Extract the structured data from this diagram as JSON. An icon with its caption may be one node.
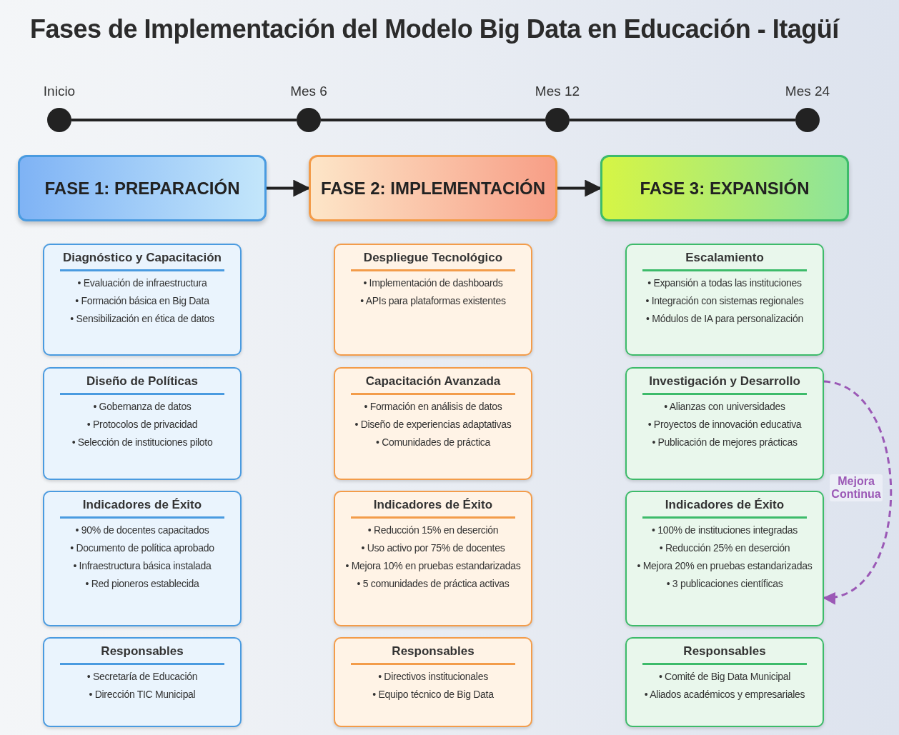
{
  "diagram": {
    "title": "Fases de Implementación del Modelo Big Data en Educación - Itagüí",
    "nodes": [
      {
        "text": [],
        "shape": "circle",
        "beside": [
          "Inicio"
        ]
      },
      {
        "text": [],
        "shape": "circle",
        "beside": [
          "Mes 6"
        ]
      },
      {
        "text": [],
        "shape": "circle",
        "beside": [
          "Mes 12"
        ]
      },
      {
        "text": [],
        "shape": "circle",
        "beside": [
          "Mes 24"
        ]
      },
      {
        "text": [
          "FASE 1: PREPARACIÓN"
        ]
      },
      {
        "text": [
          "FASE 2: IMPLEMENTACIÓN"
        ]
      },
      {
        "text": [
          "FASE 3: EXPANSIÓN"
        ]
      },
      {
        "text": [
          "Diagnóstico y Capacitación",
          "• Evaluación de infraestructura",
          "• Formación básica en Big Data",
          "• Sensibilización en ética de datos"
        ]
      },
      {
        "text": [
          "Despliegue Tecnológico",
          "• Implementación de dashboards",
          "• APIs para plataformas existentes"
        ]
      },
      {
        "text": [
          "Escalamiento",
          "• Expansión a todas las instituciones",
          "• Integración con sistemas regionales",
          "• Módulos de IA para personalización"
        ]
      },
      {
        "text": [
          "Diseño de Políticas",
          "• Gobernanza de datos",
          "• Protocolos de privacidad",
          "• Selección de instituciones piloto"
        ]
      },
      {
        "text": [
          "Capacitación Avanzada",
          "• Formación en análisis de datos",
          "• Diseño de experiencias adaptativas",
          "• Comunidades de práctica"
        ]
      },
      {
        "text": [
          "Investigación y Desarrollo",
          "• Alianzas con universidades",
          "• Proyectos de innovación educativa",
          "• Publicación de mejores prácticas"
        ]
      },
      {
        "text": [
          "Indicadores de Éxito",
          "• 90% de docentes capacitados",
          "• Documento de política aprobado",
          "• Infraestructura básica instalada",
          "• Red pioneros establecida"
        ]
      },
      {
        "text": [
          "Indicadores de Éxito",
          "• Reducción 15% en deserción",
          "• Uso activo por 75% de docentes",
          "• Mejora 10% en pruebas estandarizadas",
          "• 5 comunidades de práctica activas"
        ]
      },
      {
        "text": [
          "Indicadores de Éxito",
          "• 100% de instituciones integradas",
          "• Reducción 25% en deserción",
          "• Mejora 20% en pruebas estandarizadas",
          "• 3 publicaciones científicas"
        ]
      },
      {
        "text": [
          "Responsables",
          "• Secretaría de Educación",
          "• Dirección TIC Municipal"
        ]
      },
      {
        "text": [
          "Responsables",
          "• Directivos institucionales",
          "• Equipo técnico de Big Data"
        ]
      },
      {
        "text": [
          "Responsables",
          "• Comité de Big Data Municipal",
          "• Aliados académicos y empresariales"
        ]
      }
    ],
    "edges": [
      {
        "from": 0,
        "to": 1,
        "arrow": "none"
      },
      {
        "from": 1,
        "to": 2,
        "arrow": "none"
      },
      {
        "from": 2,
        "to": 3,
        "arrow": "none"
      },
      {
        "from": 4,
        "to": 5,
        "arrow": "to"
      },
      {
        "from": 5,
        "to": 6,
        "arrow": "to"
      },
      {
        "from": 12,
        "to": 15,
        "arrow": "to",
        "style": "dashed",
        "color": "#9b59b6",
        "label": "Mejora Continua"
      }
    ]
  }
}
